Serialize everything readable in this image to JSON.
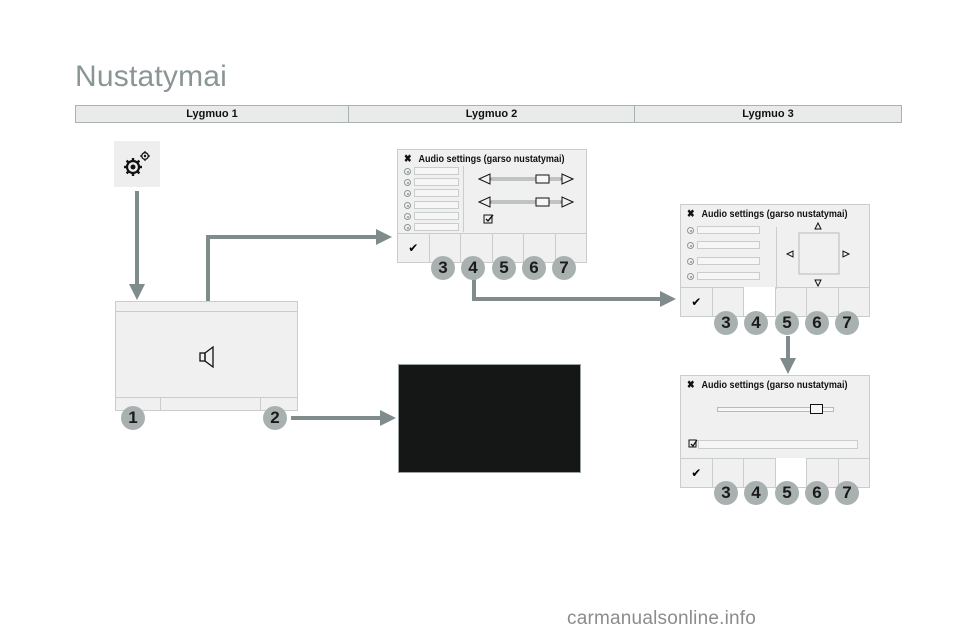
{
  "page": {
    "title": "Nustatymai",
    "levels": [
      "Lygmuo 1",
      "Lygmuo 2",
      "Lygmuo 3"
    ]
  },
  "icons": {
    "settings": "gears-icon",
    "audio": "speaker-icon",
    "close": "✕",
    "confirm": "✔"
  },
  "panels": {
    "level2_audio": {
      "header": "Audio settings (garso nustatymai)",
      "close_glyph": "✖",
      "confirm_glyph": "✔",
      "list_items": 6,
      "sliders": 2,
      "badges": [
        "3",
        "4",
        "5",
        "6",
        "7"
      ]
    },
    "level3_balance": {
      "header": "Audio settings (garso nustatymai)",
      "close_glyph": "✖",
      "confirm_glyph": "✔",
      "list_items": 4,
      "badges": [
        "3",
        "4",
        "5",
        "6",
        "7"
      ]
    },
    "level3_slider": {
      "header": "Audio settings (garso nustatymai)",
      "close_glyph": "✖",
      "confirm_glyph": "✔",
      "slider_position": 0.85,
      "badges": [
        "3",
        "4",
        "5",
        "6",
        "7"
      ]
    }
  },
  "level1": {
    "badges": [
      "1",
      "2"
    ]
  },
  "colors": {
    "title": "#8a9696",
    "arrow": "#7f8c8b",
    "badge": "#a9b1b0",
    "screen_bg": "#eff0ef",
    "black_screen": "#151716"
  },
  "watermark": "carmanualsonline.info"
}
